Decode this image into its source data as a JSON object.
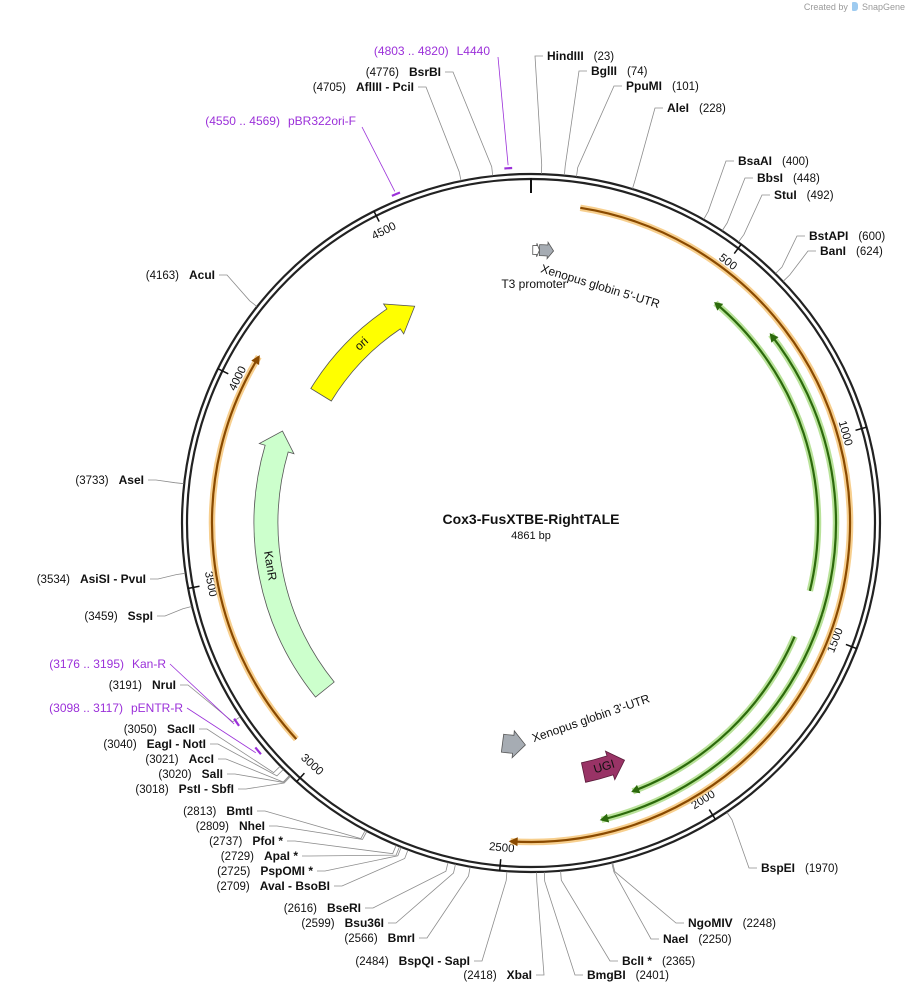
{
  "watermark": {
    "created_by": "Created by",
    "brand": "SnapGene"
  },
  "plasmid": {
    "name": "Cox3-FusXTBE-RightTALE",
    "length_label": "4861 bp",
    "length": 4861
  },
  "ticks": [
    {
      "pos": 500,
      "label": "500"
    },
    {
      "pos": 1000,
      "label": "1000"
    },
    {
      "pos": 1500,
      "label": "1500"
    },
    {
      "pos": 2000,
      "label": "2000"
    },
    {
      "pos": 2500,
      "label": "2500"
    },
    {
      "pos": 3000,
      "label": "3000"
    },
    {
      "pos": 3500,
      "label": "3500"
    },
    {
      "pos": 4000,
      "label": "4000"
    },
    {
      "pos": 4500,
      "label": "4500"
    }
  ],
  "sites": [
    {
      "name": "HindIII",
      "pos": 23,
      "pos_label": "(23)",
      "side": "right"
    },
    {
      "name": "BglII",
      "pos": 74,
      "pos_label": "(74)",
      "side": "right"
    },
    {
      "name": "PpuMI",
      "pos": 101,
      "pos_label": "(101)",
      "side": "right"
    },
    {
      "name": "AleI",
      "pos": 228,
      "pos_label": "(228)",
      "side": "right"
    },
    {
      "name": "BsaAI",
      "pos": 400,
      "pos_label": "(400)",
      "side": "right"
    },
    {
      "name": "BbsI",
      "pos": 448,
      "pos_label": "(448)",
      "side": "right"
    },
    {
      "name": "StuI",
      "pos": 492,
      "pos_label": "(492)",
      "side": "right"
    },
    {
      "name": "BstAPI",
      "pos": 600,
      "pos_label": "(600)",
      "side": "right"
    },
    {
      "name": "BanI",
      "pos": 624,
      "pos_label": "(624)",
      "side": "right"
    },
    {
      "name": "BspEI",
      "pos": 1970,
      "pos_label": "(1970)",
      "side": "right"
    },
    {
      "name": "NgoMIV",
      "pos": 2248,
      "pos_label": "(2248)",
      "side": "right"
    },
    {
      "name": "NaeI",
      "pos": 2250,
      "pos_label": "(2250)",
      "side": "right"
    },
    {
      "name": "BclI *",
      "pos": 2365,
      "pos_label": "(2365)",
      "side": "right"
    },
    {
      "name": "BmgBI",
      "pos": 2401,
      "pos_label": "(2401)",
      "side": "right"
    },
    {
      "name": "XbaI",
      "pos": 2418,
      "pos_label": "(2418)",
      "side": "left"
    },
    {
      "name": "BspQI - SapI",
      "pos": 2484,
      "pos_label": "(2484)",
      "side": "left"
    },
    {
      "name": "BmrI",
      "pos": 2566,
      "pos_label": "(2566)",
      "side": "left"
    },
    {
      "name": "Bsu36I",
      "pos": 2599,
      "pos_label": "(2599)",
      "side": "left"
    },
    {
      "name": "BseRI",
      "pos": 2616,
      "pos_label": "(2616)",
      "side": "left"
    },
    {
      "name": "AvaI - BsoBI",
      "pos": 2709,
      "pos_label": "(2709)",
      "side": "left"
    },
    {
      "name": "PspOMI *",
      "pos": 2725,
      "pos_label": "(2725)",
      "side": "left"
    },
    {
      "name": "ApaI *",
      "pos": 2729,
      "pos_label": "(2729)",
      "side": "left"
    },
    {
      "name": "PfoI *",
      "pos": 2737,
      "pos_label": "(2737)",
      "side": "left"
    },
    {
      "name": "NheI",
      "pos": 2809,
      "pos_label": "(2809)",
      "side": "left"
    },
    {
      "name": "BmtI",
      "pos": 2813,
      "pos_label": "(2813)",
      "side": "left"
    },
    {
      "name": "PstI - SbfI",
      "pos": 3018,
      "pos_label": "(3018)",
      "side": "left"
    },
    {
      "name": "SalI",
      "pos": 3020,
      "pos_label": "(3020)",
      "side": "left"
    },
    {
      "name": "AccI",
      "pos": 3021,
      "pos_label": "(3021)",
      "side": "left"
    },
    {
      "name": "EagI - NotI",
      "pos": 3040,
      "pos_label": "(3040)",
      "side": "left"
    },
    {
      "name": "SacII",
      "pos": 3050,
      "pos_label": "(3050)",
      "side": "left"
    },
    {
      "name": "NruI",
      "pos": 3191,
      "pos_label": "(3191)",
      "side": "left"
    },
    {
      "name": "SspI",
      "pos": 3459,
      "pos_label": "(3459)",
      "side": "left"
    },
    {
      "name": "AsiSI - PvuI",
      "pos": 3534,
      "pos_label": "(3534)",
      "side": "left"
    },
    {
      "name": "AseI",
      "pos": 3733,
      "pos_label": "(3733)",
      "side": "left"
    },
    {
      "name": "AcuI",
      "pos": 4163,
      "pos_label": "(4163)",
      "side": "left"
    },
    {
      "name": "AflIII - PciI",
      "pos": 4705,
      "pos_label": "(4705)",
      "side": "left"
    },
    {
      "name": "BsrBI",
      "pos": 4776,
      "pos_label": "(4776)",
      "side": "left"
    }
  ],
  "primers": [
    {
      "name": "L4440",
      "range_label": "(4803 .. 4820)",
      "start": 4803,
      "end": 4820
    },
    {
      "name": "pBR322ori-F",
      "range_label": "(4550 .. 4569)",
      "start": 4550,
      "end": 4569
    },
    {
      "name": "Kan-R",
      "range_label": "(3176 .. 3195)",
      "start": 3176,
      "end": 3195
    },
    {
      "name": "pENTR-R",
      "range_label": "(3098 .. 3117)",
      "start": 3098,
      "end": 3117
    }
  ],
  "features": [
    {
      "name": "ori",
      "start": 4070,
      "end": 4480,
      "strand": 1,
      "color": "#ffff00"
    },
    {
      "name": "KanR",
      "start": 3120,
      "end": 3920,
      "strand": 1,
      "color": "#ccffcc"
    },
    {
      "name": "UGI",
      "start": 2140,
      "end": 2270,
      "strand": -1,
      "color": "#993366"
    },
    {
      "name": "Xenopus globin 3'-UTR",
      "start": 2450,
      "end": 2530,
      "strand": -1,
      "color": "#a6acb3"
    },
    {
      "name": "T3 promoter",
      "start": 5,
      "end": 24,
      "strand": 1,
      "color": "#ffffff"
    },
    {
      "name": "Xenopus globin 5'-UTR",
      "start": 24,
      "end": 64,
      "strand": 1,
      "color": "#a6acb3"
    }
  ],
  "orfs": [
    {
      "start": 120,
      "end": 2480,
      "strand": 1,
      "track": "outer",
      "color": "#f0a830"
    },
    {
      "start": 3070,
      "end": 4070,
      "strand": 1,
      "track": "outer",
      "color": "#f0a830"
    },
    {
      "start": 700,
      "end": 1580,
      "strand": -1,
      "track": "mid",
      "color": "#5aa02c"
    },
    {
      "start": 1450,
      "end": 2250,
      "strand": 1,
      "track": "mid",
      "color": "#5aa02c"
    },
    {
      "start": 540,
      "end": 1400,
      "strand": -1,
      "track": "inner",
      "color": "#5aa02c"
    },
    {
      "start": 1530,
      "end": 2150,
      "strand": 1,
      "track": "inner",
      "color": "#5aa02c"
    }
  ]
}
